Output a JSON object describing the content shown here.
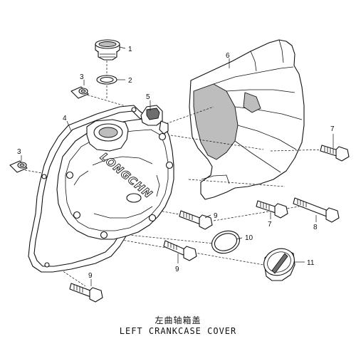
{
  "title": {
    "chinese": "左曲轴箱盖",
    "english": "LEFT CRANKCASE COVER"
  },
  "brand_mark": "LONGCHN",
  "callouts": {
    "c1": "1",
    "c2": "2",
    "c3a": "3",
    "c3b": "3",
    "c4": "4",
    "c5": "5",
    "c6": "6",
    "c7a": "7",
    "c7b": "7",
    "c8": "8",
    "c9a": "9",
    "c9b": "9",
    "c9c": "9",
    "c10": "10",
    "c11": "11"
  }
}
